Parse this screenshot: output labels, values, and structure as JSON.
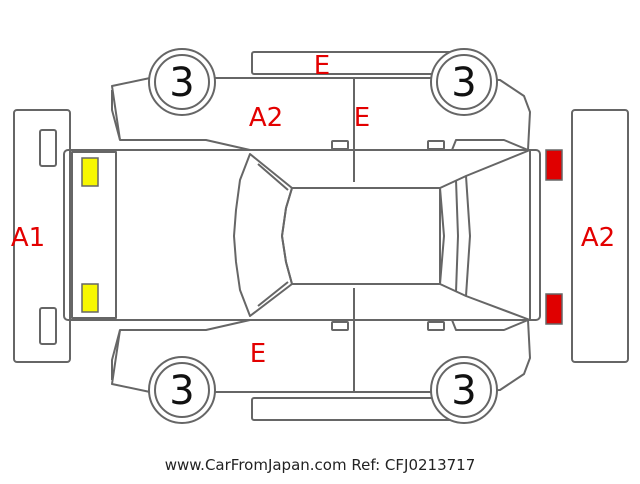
{
  "colors": {
    "outline": "#666666",
    "mark_text": "#e30000",
    "yellow_marker": "#f7f700",
    "red_marker": "#e00000"
  },
  "tires": {
    "front_left": "3",
    "front_right": "3",
    "rear_left": "3",
    "rear_right": "3"
  },
  "marks": {
    "front_bumper": "A1",
    "rear_bumper": "A2",
    "left_front_door": "A2",
    "left_rear_door": "E",
    "left_side_sill": "E",
    "right_front_door": "E"
  },
  "footer": {
    "website": "www.CarFromJapan.com",
    "ref": "Ref: CFJ0213717"
  }
}
